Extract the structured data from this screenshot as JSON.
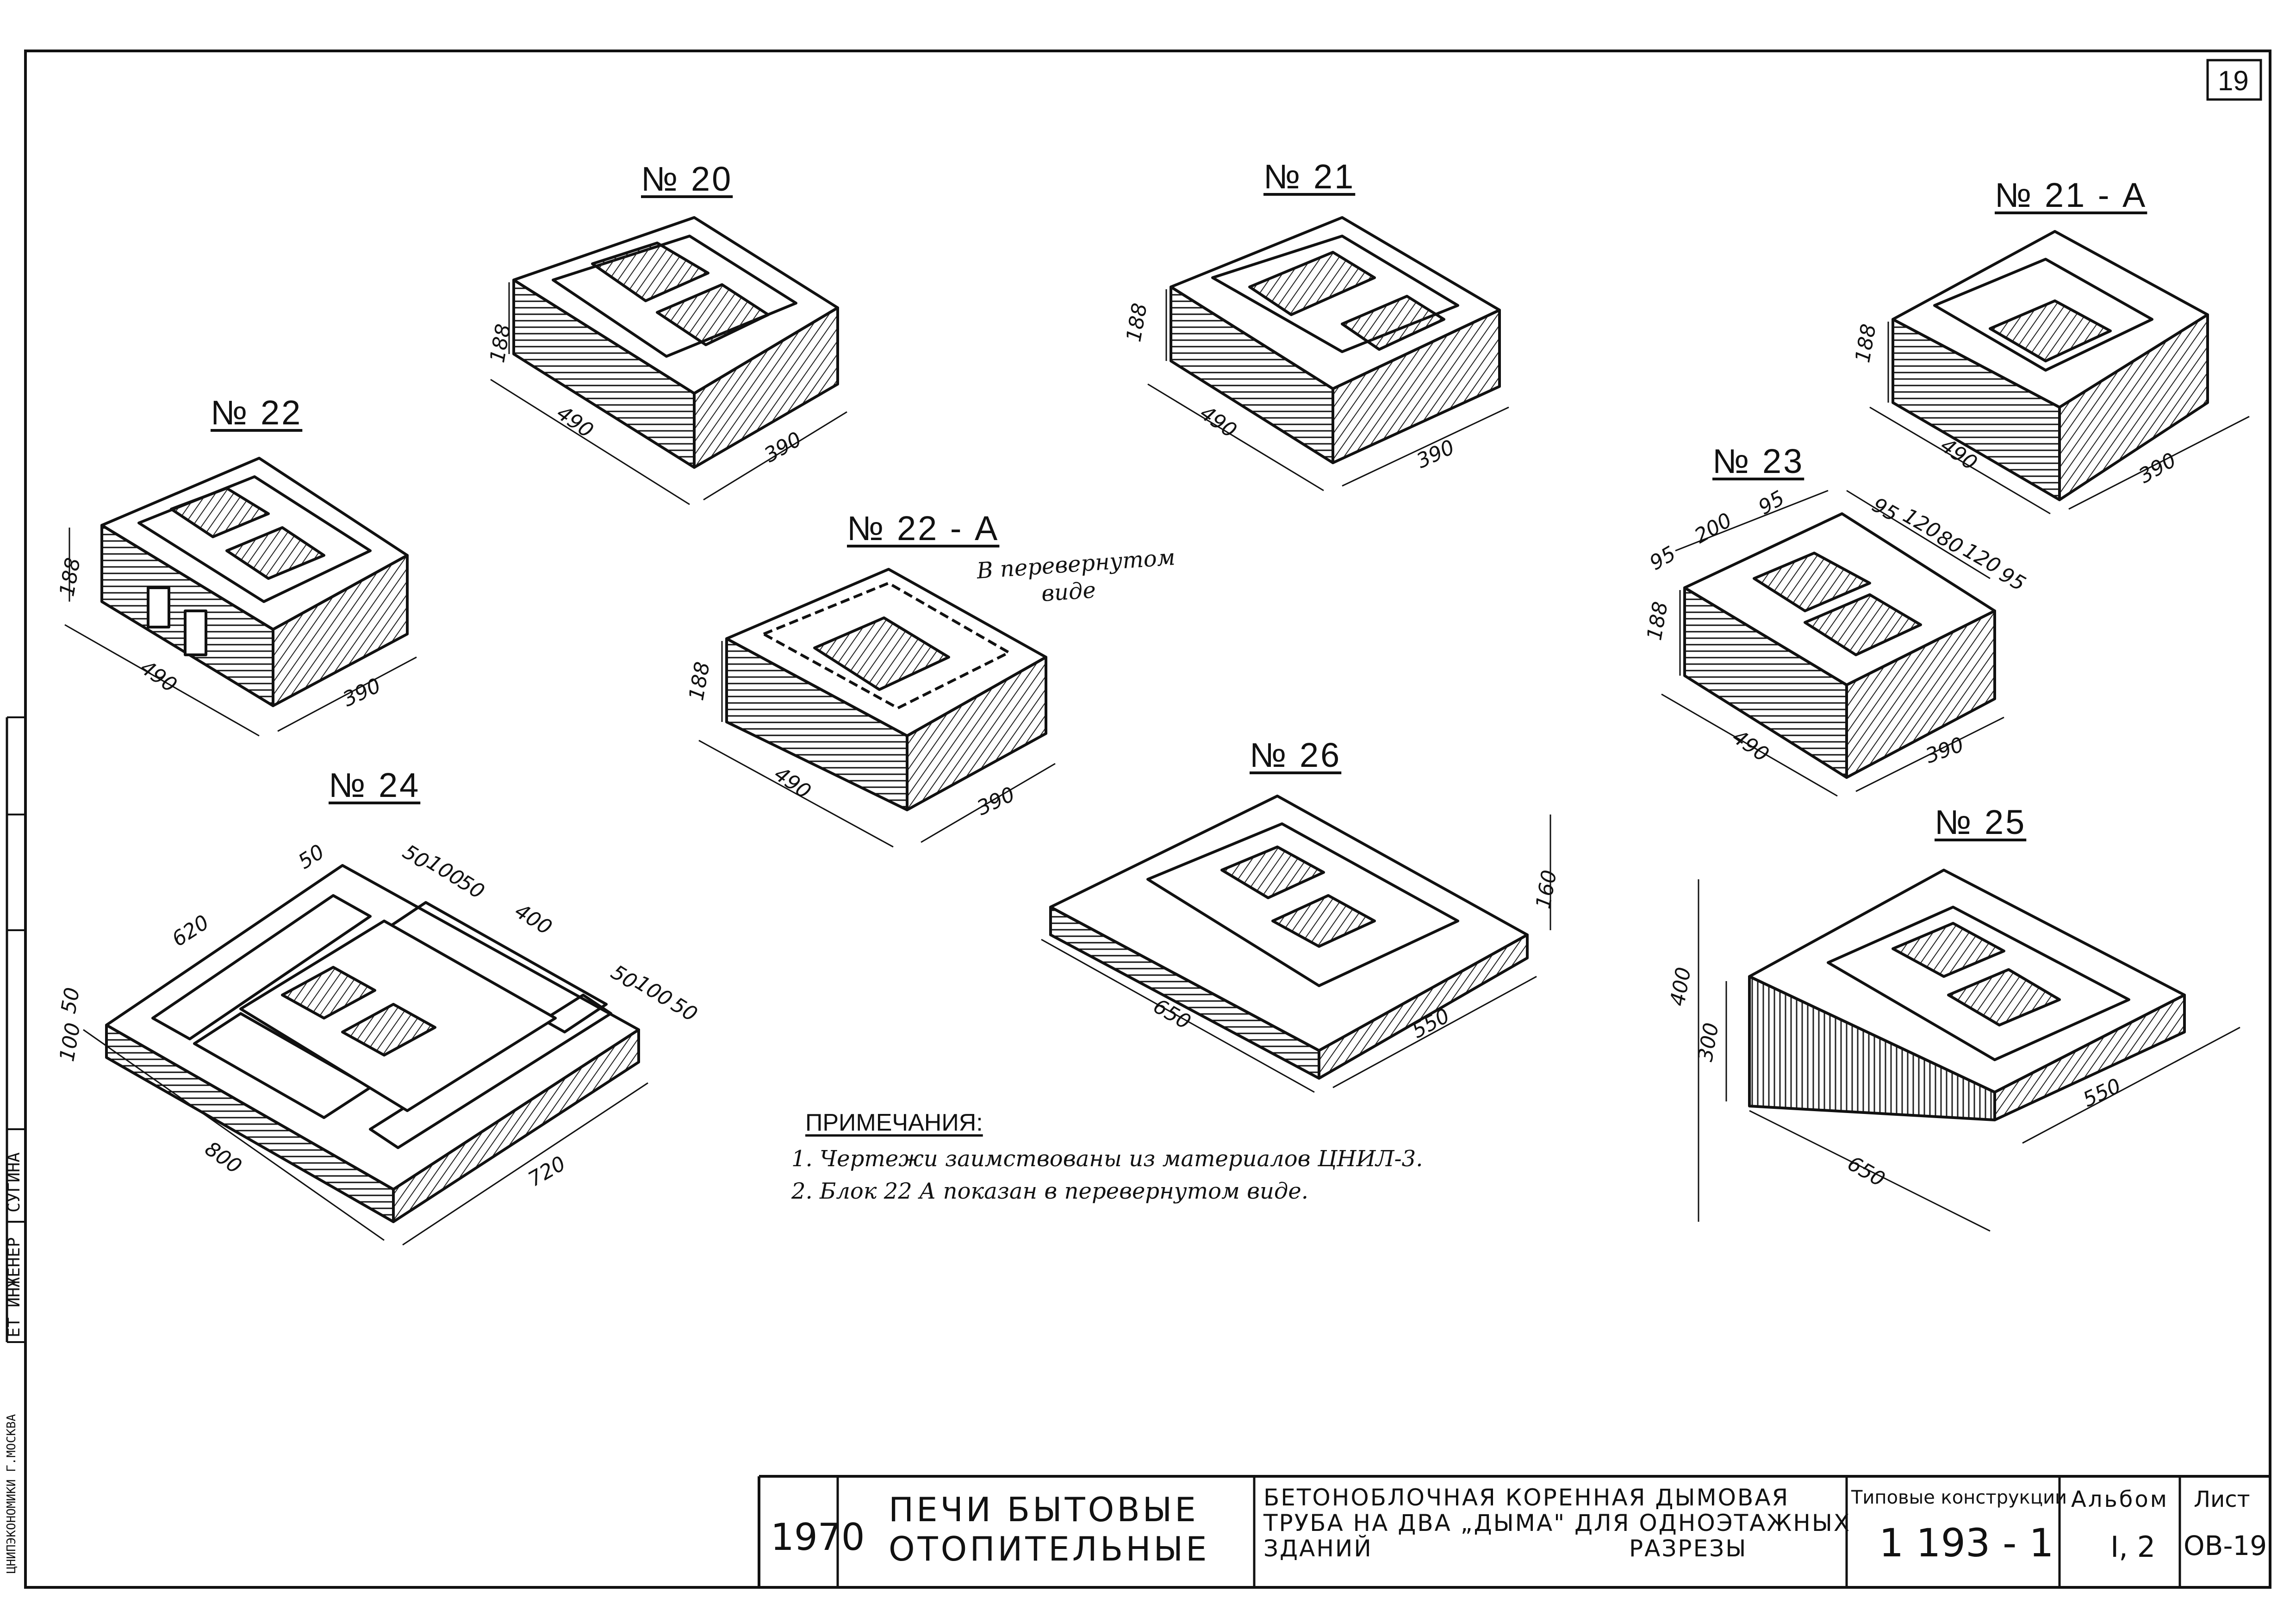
{
  "sheet": {
    "number": "19"
  },
  "blocks": {
    "b20": {
      "title": "№ 20",
      "h": "188",
      "l": "490",
      "w": "390"
    },
    "b21": {
      "title": "№ 21",
      "h": "188",
      "l": "490",
      "w": "390"
    },
    "b21a": {
      "title": "№ 21 - А",
      "h": "188",
      "l": "490",
      "w": "390"
    },
    "b22": {
      "title": "№ 22",
      "h": "188",
      "l": "490",
      "w": "390"
    },
    "b22a": {
      "title": "№ 22 - А",
      "h": "188",
      "l": "490",
      "w": "390",
      "note1": "В перевернутом",
      "note2": "виде"
    },
    "b23": {
      "title": "№ 23",
      "h": "188",
      "l": "490",
      "w": "390",
      "d1": "95",
      "d2": "200",
      "d3": "95",
      "d4": "95",
      "d5": "120",
      "d6": "80",
      "d7": "120",
      "d8": "95"
    },
    "b24": {
      "title": "№ 24",
      "l": "800",
      "w": "720",
      "d620": "620",
      "d400": "400",
      "d50a": "50",
      "d50b": "50",
      "d100a": "100",
      "d50c": "50",
      "d50d": "50",
      "d100b": "100",
      "d50e": "50",
      "d100c": "100",
      "d50f": "50"
    },
    "b25": {
      "title": "№ 25",
      "h400": "400",
      "h300": "300",
      "l": "650",
      "w": "550"
    },
    "b26": {
      "title": "№ 26",
      "h": "160",
      "l": "650",
      "w": "550"
    }
  },
  "notes": {
    "heading": "ПРИМЕЧАНИЯ:",
    "line1": "1. Чертежи заимствованы из материалов ЦНИЛ-3.",
    "line2": "2. Блок 22 А показан в перевернутом виде."
  },
  "titleblock": {
    "year": "1970",
    "group1": "ПЕЧИ БЫТОВЫЕ",
    "group2": "ОТОПИТЕЛЬНЫЕ",
    "desc1": "БЕТОНОБЛОЧНАЯ  КОРЕННАЯ  ДЫМОВАЯ",
    "desc2": "ТРУБА НА ДВА „ДЫМА\" ДЛЯ ОДНОЭТАЖНЫХ",
    "desc3": "ЗДАНИЙ",
    "desc4": "РАЗРЕЗЫ",
    "series_label": "Типовые конструкции",
    "series": "1 193 - 1",
    "album_label": "Альбом",
    "album": "I, 2",
    "sheet_label": "Лист",
    "sheet": "ОВ-19"
  },
  "margin": {
    "engineer": "ЕТ ИНЖЕНЕР",
    "name": "СУГИНА",
    "org": "ЦНИПЭКОНОМИКИ Г.МОСКВА"
  }
}
